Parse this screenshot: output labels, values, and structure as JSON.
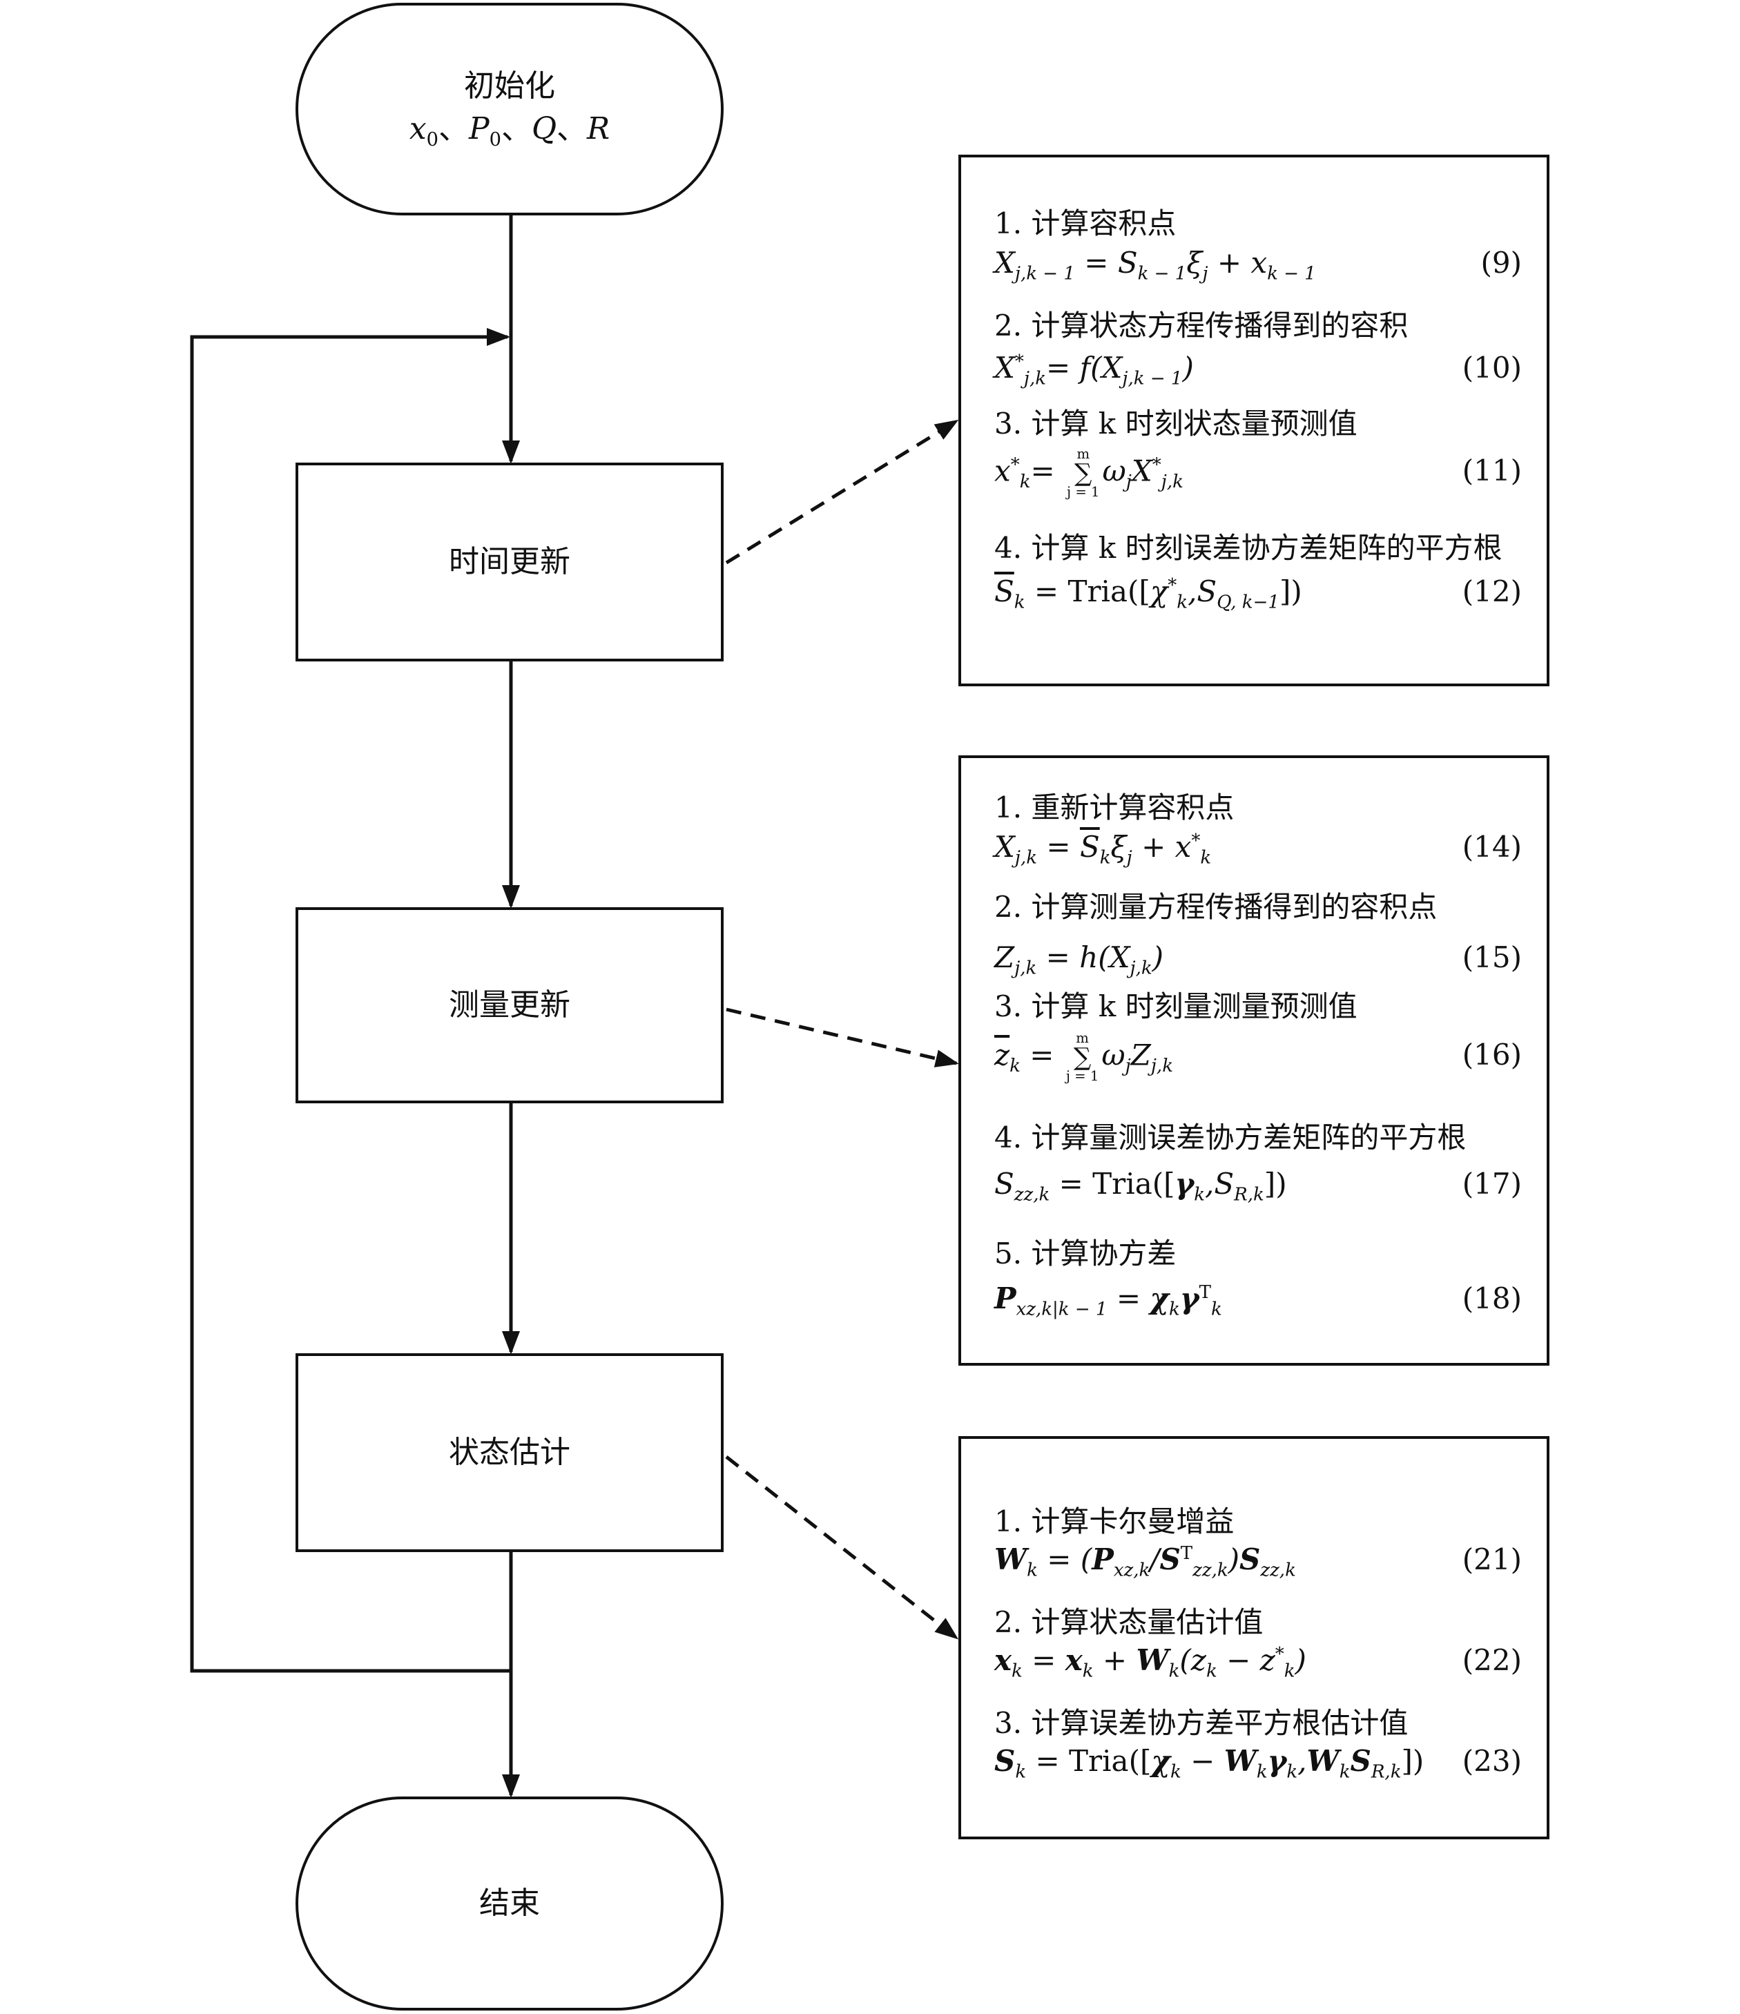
{
  "nodes": {
    "init": {
      "title": "初始化",
      "params": [
        {
          "sym": "x",
          "sub": "0"
        },
        {
          "sym": "P",
          "sub": "0"
        },
        {
          "sym": "Q",
          "sub": ""
        },
        {
          "sym": "R",
          "sub": ""
        }
      ],
      "sep": "、"
    },
    "time_update": "时间更新",
    "measure_update": "测量更新",
    "state_estimate": "状态估计",
    "end": "结束"
  },
  "panel1": {
    "steps": [
      "1. 计算容积点",
      "2. 计算状态方程传播得到的容积",
      "3. 计算 k 时刻状态量预测值",
      "4. 计算 k 时刻误差协方差矩阵的平方根"
    ],
    "eq_numbers": [
      "(9)",
      "(10)",
      "(11)",
      "(12)"
    ]
  },
  "panel2": {
    "steps": [
      "1. 重新计算容积点",
      "2. 计算测量方程传播得到的容积点",
      "3. 计算 k 时刻量测量预测值",
      "4. 计算量测误差协方差矩阵的平方根",
      "5. 计算协方差"
    ],
    "eq_numbers": [
      "(14)",
      "(15)",
      "(16)",
      "(17)",
      "(18)"
    ]
  },
  "panel3": {
    "steps": [
      "1. 计算卡尔曼增益",
      "2. 计算状态量估计值",
      "3. 计算误差协方差平方根估计值"
    ],
    "eq_numbers": [
      "(21)",
      "(22)",
      "(23)"
    ]
  },
  "math": {
    "tria": "Tria",
    "sum_upper": "m",
    "sum_lower": "j = 1",
    "transpose": "T"
  }
}
